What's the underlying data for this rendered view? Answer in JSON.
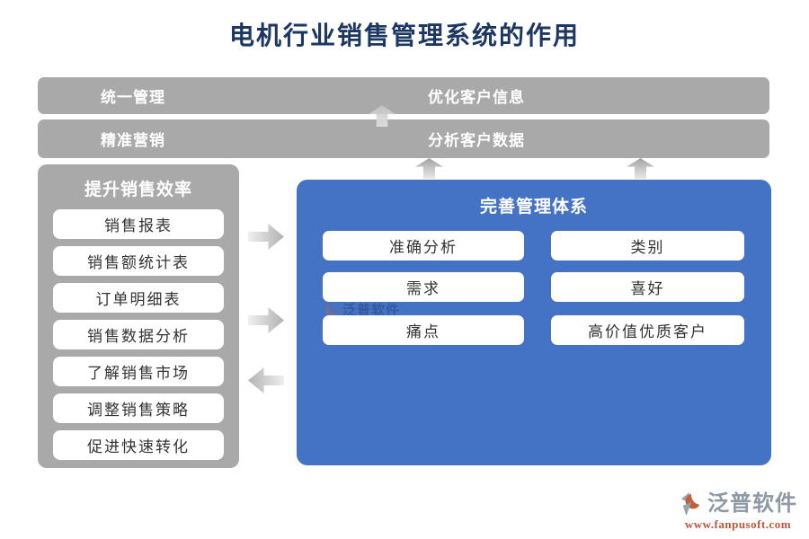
{
  "title": "电机行业销售管理系统的作用",
  "top_bars": [
    {
      "left_label": "统一管理",
      "right_label": "优化客户信息"
    },
    {
      "left_label": "精准营销",
      "right_label": "分析客户数据"
    }
  ],
  "sidebar": {
    "header": "提升销售效率",
    "items": [
      "销售报表",
      "销售额统计表",
      "订单明细表",
      "销售数据分析",
      "了解销售市场",
      "调整销售策略",
      "促进快速转化"
    ]
  },
  "panel": {
    "header": "完善管理体系",
    "items": [
      "准确分析",
      "类别",
      "需求",
      "喜好",
      "痛点",
      "高价值优质客户"
    ],
    "watermark": "泛普软件"
  },
  "brand": {
    "name": "泛普软件",
    "url": "www.fanpusoft.com"
  },
  "colors": {
    "bar_gray": "#a9a9a9",
    "panel_blue": "#4472c4",
    "title_navy": "#1c3763",
    "brand_gray": "#8e99a5",
    "brand_red": "#c25738"
  }
}
